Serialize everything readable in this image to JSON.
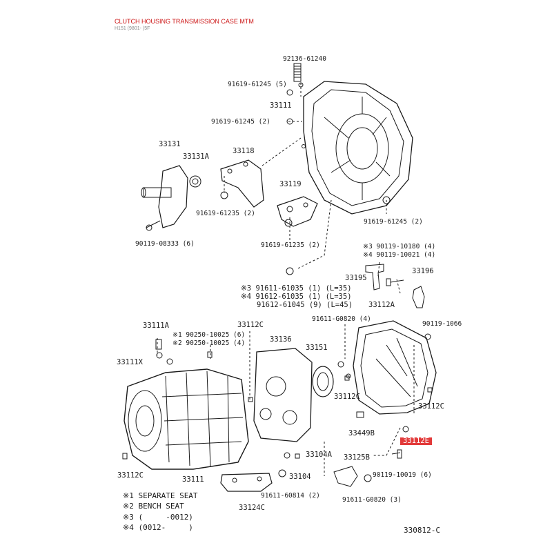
{
  "header": {
    "title": "CLUTCH HOUSING TRANSMISSION CASE MTM",
    "subtitle": "H151 (9801- )5F"
  },
  "parts": {
    "p92136": "92136-61240",
    "p91619_5": "91619-61245 (5)",
    "p33111_top": "33111",
    "p91619_2a": "91619-61245 (2)",
    "p33131": "33131",
    "p33131A": "33131A",
    "p33118": "33118",
    "p33119": "33119",
    "p91619_2b": "91619-61245 (2)",
    "p91619_235a": "91619-61235 (2)",
    "p91619_235b": "91619-61235 (2)",
    "p90119_08333": "90119-08333 (6)",
    "p90119_10180": "※3 90119-10180 (4)",
    "p90119_10021": "※4 90119-10021 (4)",
    "p33195": "33195",
    "p33196": "33196",
    "p91611_61035": "※3 91611-61035 (1) (L=35)",
    "p91612_61035": "※4 91612-61035 (1) (L=35)",
    "p91612_61045": "91612-61045 (9) (L=45)",
    "p33112A": "33112A",
    "p91611_G0820_4": "91611-G0820 (4)",
    "p90119_1066": "90119-1066",
    "p33111A": "33111A",
    "p90250_6": "※1 90250-10025 (6)",
    "p90250_4": "※2 90250-10025 (4)",
    "p33112C_mid": "33112C",
    "p33136": "33136",
    "p33151": "33151",
    "p33111X": "33111X",
    "p33112C_b": "33112C",
    "p33112C_c": "33112C",
    "p33449B": "33449B",
    "p33112E": "33112E",
    "p33104A": "33104A",
    "p33125B": "33125B",
    "p90119_10019": "90119-10019 (6)",
    "p33112C_left": "33112C",
    "p33111_bottom": "33111",
    "p33104": "33104",
    "p91611_60814": "91611-60814 (2)",
    "p91611_G0820_3": "91611-G0820 (3)",
    "p33124C": "33124C"
  },
  "legend": [
    "※1 SEPARATE SEAT",
    "※2 BENCH SEAT",
    "※3 (     -0012)",
    "※4 (0012-     )"
  ],
  "diagram_code": "330812-C",
  "colors": {
    "title": "#cc1111",
    "highlight": "#e23a3a",
    "ink": "#1a1a1a"
  }
}
